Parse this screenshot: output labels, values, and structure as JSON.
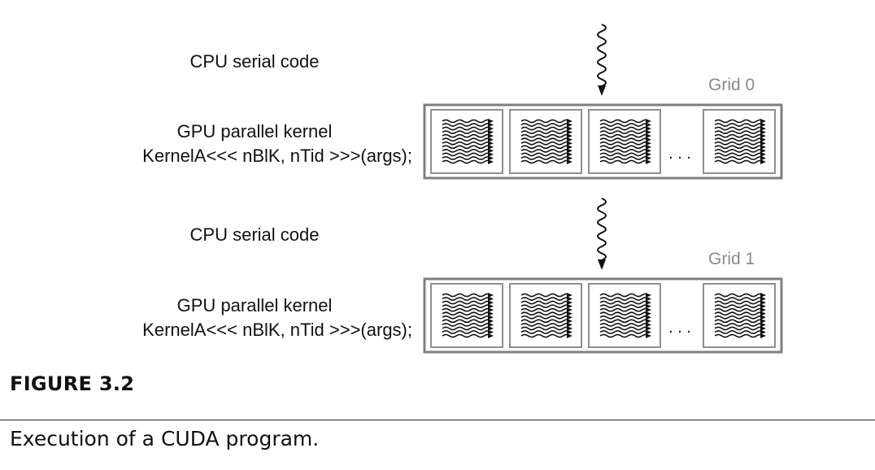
{
  "stages": [
    {
      "cpu_label": "CPU serial code",
      "gpu_label": "GPU parallel kernel",
      "kernel_call": "KernelA<<< nBlK, nTid >>>(args);",
      "grid_label": "Grid 0",
      "blocks_before_ellipsis": 3,
      "ellipsis": ". . .",
      "blocks_after_ellipsis": 1
    },
    {
      "cpu_label": "CPU serial code",
      "gpu_label": "GPU parallel kernel",
      "kernel_call": "KernelA<<< nBlK, nTid >>>(args);",
      "grid_label": "Grid 1",
      "blocks_before_ellipsis": 3,
      "ellipsis": ". . .",
      "blocks_after_ellipsis": 1
    }
  ],
  "figure": {
    "number": "FIGURE 3.2",
    "caption": "Execution of a CUDA program."
  },
  "colors": {
    "grid_border": "#7f7f7f",
    "block_border": "#8f8f8f",
    "thread": "#111111",
    "arrow": "#111111"
  }
}
